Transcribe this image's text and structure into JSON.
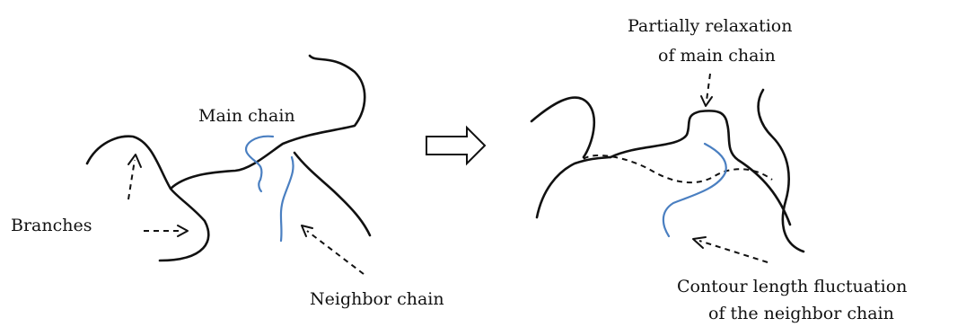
{
  "labels": {
    "main_chain": "Main chain",
    "branches": "Branches",
    "neighbor_chain": "Neighbor chain",
    "partial_relaxation_line1": "Partially relaxation",
    "partial_relaxation_line2": "of main chain",
    "contour_line1": "Contour length fluctuation",
    "contour_line2": "of the neighbor chain"
  },
  "colors": {
    "chain": "#111111",
    "neighbor_chain": "#4a7fc1",
    "background": "#ffffff"
  },
  "transition_arrow": "hollow-right-arrow"
}
